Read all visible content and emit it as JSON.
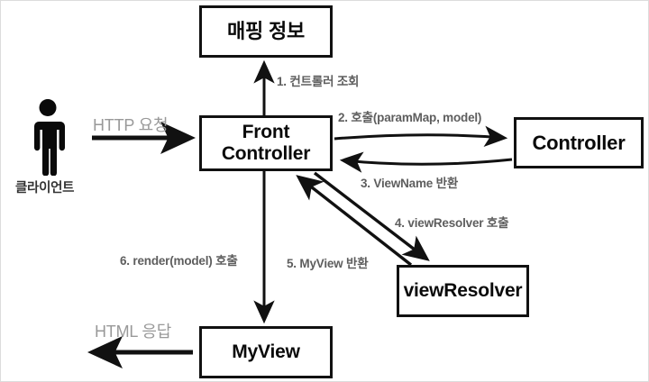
{
  "diagram": {
    "title": "Front Controller Pattern Flow",
    "colors": {
      "node_border": "#111111",
      "node_text": "#0a0a0a",
      "arrow": "#111111",
      "step_label": "#5e5e5e",
      "io_label": "#999999",
      "actor_label": "#333333",
      "background": "#ffffff",
      "frame_border": "#dcdcdc"
    },
    "nodes": [
      {
        "id": "mapping-info",
        "label": "매핑 정보"
      },
      {
        "id": "front-controller",
        "label": "Front\nController",
        "line1": "Front",
        "line2": "Controller"
      },
      {
        "id": "controller",
        "label": "Controller"
      },
      {
        "id": "view-resolver",
        "label": "viewResolver"
      },
      {
        "id": "my-view",
        "label": "MyView"
      }
    ],
    "actor": {
      "icon": "person-icon",
      "label": "클라이언트"
    },
    "io_labels": {
      "request": "HTTP 요청",
      "response": "HTML 응답"
    },
    "steps": [
      {
        "number": "1",
        "label": "1. 컨트롤러 조회",
        "from": "front-controller",
        "to": "mapping-info"
      },
      {
        "number": "2",
        "label": "2. 호출(paramMap, model)",
        "from": "front-controller",
        "to": "controller"
      },
      {
        "number": "3",
        "label": "3. ViewName 반환",
        "from": "controller",
        "to": "front-controller"
      },
      {
        "number": "4",
        "label": "4. viewResolver 호출",
        "from": "front-controller",
        "to": "view-resolver"
      },
      {
        "number": "5",
        "label": "5. MyView 반환",
        "from": "view-resolver",
        "to": "front-controller"
      },
      {
        "number": "6",
        "label": "6. render(model) 호출",
        "from": "front-controller",
        "to": "my-view"
      }
    ]
  }
}
